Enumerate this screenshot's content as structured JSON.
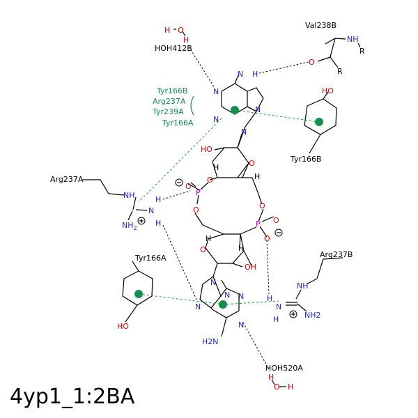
{
  "title": "4yp1_1:2BA",
  "residues": {
    "val238b": "Val238B",
    "hoh412b": "HOH412B",
    "tyr166b": "Tyr166B",
    "arg237a": "Arg237A",
    "tyr166a": "Tyr166A",
    "arg237b": "Arg237B",
    "hoh520a": "HOH520A",
    "r": "R"
  },
  "pi_legend": [
    "Tyr166B",
    "Arg237A",
    "Tyr239A",
    "Tyr166A"
  ],
  "atoms": {
    "H": "H",
    "O": "O",
    "N": "N",
    "P": "P",
    "HO": "HO",
    "OH": "OH",
    "H2N": "H2N",
    "NH": "NH",
    "NH2": "NH2",
    "NH2sub": "NH",
    "sub2": "2"
  },
  "colors": {
    "carbon": "#000000",
    "nitrogen": "#1f1fd6",
    "oxygen": "#e00000",
    "phosphorus": "#c000c0",
    "pi_interaction": "#14904a"
  }
}
